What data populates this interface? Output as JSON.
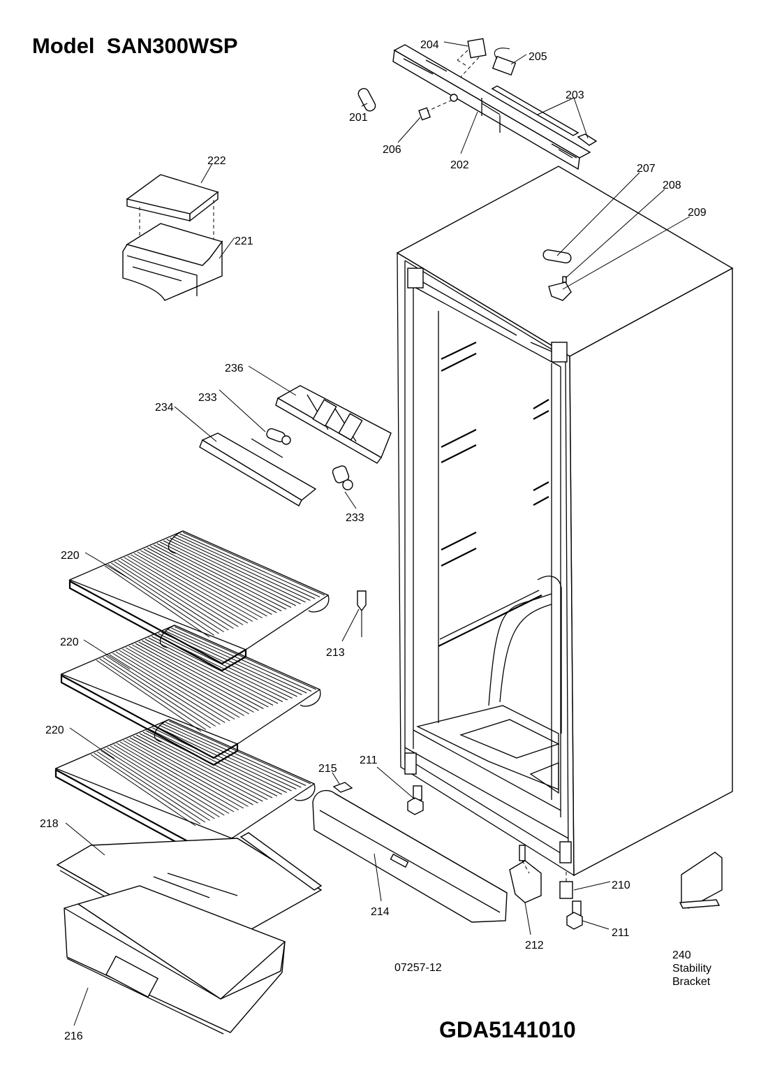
{
  "header": {
    "model_title": "Model  SAN300WSP"
  },
  "footer": {
    "document_number": "GDA5141010",
    "drawing_code": "07257-12"
  },
  "callouts": [
    {
      "id": "c201",
      "label": "201"
    },
    {
      "id": "c202",
      "label": "202"
    },
    {
      "id": "c203",
      "label": "203"
    },
    {
      "id": "c204",
      "label": "204"
    },
    {
      "id": "c205",
      "label": "205"
    },
    {
      "id": "c206",
      "label": "206"
    },
    {
      "id": "c207",
      "label": "207"
    },
    {
      "id": "c208",
      "label": "208"
    },
    {
      "id": "c209",
      "label": "209"
    },
    {
      "id": "c210",
      "label": "210"
    },
    {
      "id": "c211a",
      "label": "211"
    },
    {
      "id": "c211b",
      "label": "211"
    },
    {
      "id": "c212",
      "label": "212"
    },
    {
      "id": "c213",
      "label": "213"
    },
    {
      "id": "c214",
      "label": "214"
    },
    {
      "id": "c215",
      "label": "215"
    },
    {
      "id": "c216",
      "label": "216"
    },
    {
      "id": "c218",
      "label": "218"
    },
    {
      "id": "c220a",
      "label": "220"
    },
    {
      "id": "c220b",
      "label": "220"
    },
    {
      "id": "c220c",
      "label": "220"
    },
    {
      "id": "c221",
      "label": "221"
    },
    {
      "id": "c222",
      "label": "222"
    },
    {
      "id": "c233a",
      "label": "233"
    },
    {
      "id": "c233b",
      "label": "233"
    },
    {
      "id": "c234",
      "label": "234"
    },
    {
      "id": "c236",
      "label": "236"
    }
  ],
  "stability_bracket": {
    "number": "240",
    "line1": "Stability",
    "line2": "Bracket"
  }
}
